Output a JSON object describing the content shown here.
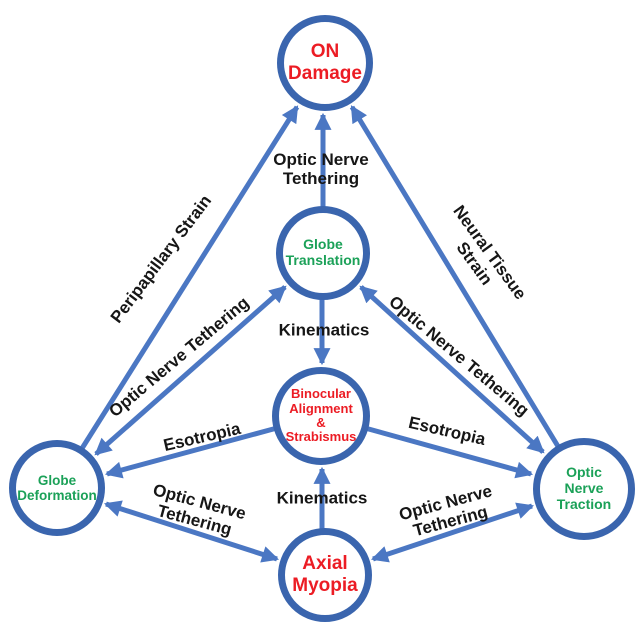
{
  "palette": {
    "node_border_blue": "#3a65ae",
    "arrow_blue": "#4b77c3",
    "label_red": "#ec1c24",
    "label_green": "#1ba158",
    "label_black": "#161616"
  },
  "nodes": {
    "on_damage": {
      "label": "ON\nDamage",
      "color": "red"
    },
    "globe_translation": {
      "label": "Globe\nTranslation",
      "color": "green"
    },
    "binocular_alignment": {
      "label": "Binocular\nAlignment\n&\nStrabismus",
      "color": "red"
    },
    "globe_deformation": {
      "label": "Globe\nDeformation",
      "color": "green"
    },
    "optic_nerve_traction": {
      "label": "Optic\nNerve\nTraction",
      "color": "green"
    },
    "axial_myopia": {
      "label": "Axial\nMyopia",
      "color": "red"
    }
  },
  "edge_labels": {
    "optic_nerve_tethering_top": "Optic Nerve\nTethering",
    "peripapillary_strain": "Peripapillary Strain",
    "neural_tissue_strain": "Neural Tissue Strain",
    "optic_nerve_tethering_left": "Optic Nerve Tethering",
    "optic_nerve_tethering_right": "Optic Nerve Tethering",
    "kinematics_upper": "Kinematics",
    "kinematics_lower": "Kinematics",
    "esotropia_left": "Esotropia",
    "esotropia_right": "Esotropia",
    "optic_nerve_tethering_bottom_left": "Optic Nerve\nTethering",
    "optic_nerve_tethering_bottom_right": "Optic Nerve\nTethering"
  },
  "edges": [
    {
      "from": "globe_deformation",
      "to": "on_damage",
      "label": "Peripapillary Strain",
      "bidirectional": false
    },
    {
      "from": "globe_translation",
      "to": "on_damage",
      "label": "Optic Nerve Tethering",
      "bidirectional": false
    },
    {
      "from": "optic_nerve_traction",
      "to": "on_damage",
      "label": "Neural Tissue Strain",
      "bidirectional": false
    },
    {
      "from": "globe_deformation",
      "to": "globe_translation",
      "label": "Optic Nerve Tethering",
      "bidirectional": true
    },
    {
      "from": "globe_translation",
      "to": "optic_nerve_traction",
      "label": "Optic Nerve Tethering",
      "bidirectional": true
    },
    {
      "from": "globe_translation",
      "to": "binocular_alignment",
      "label": "Kinematics",
      "bidirectional": false
    },
    {
      "from": "binocular_alignment",
      "to": "globe_deformation",
      "label": "Esotropia",
      "bidirectional": false
    },
    {
      "from": "binocular_alignment",
      "to": "optic_nerve_traction",
      "label": "Esotropia",
      "bidirectional": false
    },
    {
      "from": "axial_myopia",
      "to": "binocular_alignment",
      "label": "Kinematics",
      "bidirectional": false
    },
    {
      "from": "globe_deformation",
      "to": "axial_myopia",
      "label": "Optic Nerve Tethering",
      "bidirectional": true
    },
    {
      "from": "axial_myopia",
      "to": "optic_nerve_traction",
      "label": "Optic Nerve Tethering",
      "bidirectional": true
    }
  ]
}
